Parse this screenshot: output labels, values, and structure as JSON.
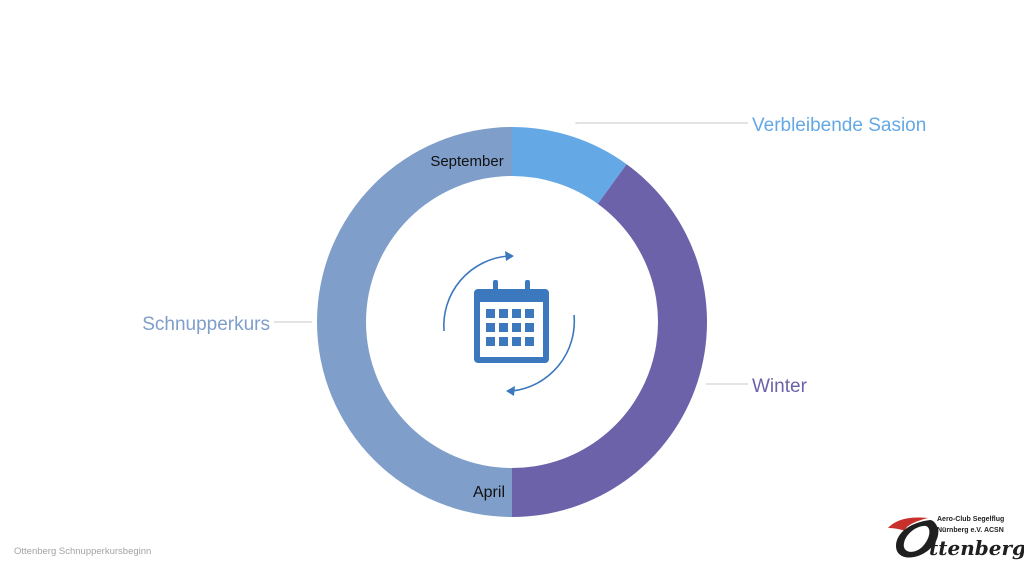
{
  "diagram": {
    "segments": [
      {
        "label": "Verbleibende Sasion",
        "fraction": 0.1,
        "color": "#64a8e6"
      },
      {
        "label": "Winter",
        "fraction": 0.4,
        "color": "#6b62aa"
      },
      {
        "label": "Schnupperkurs",
        "fraction": 0.5,
        "color": "#7f9ec9"
      }
    ],
    "markers": {
      "top": "September",
      "bottom": "April"
    },
    "center_icon": "calendar-cycle-icon",
    "center_icon_color": "#3b78bd",
    "leader_line_color": "#c9c9c9"
  },
  "footer": {
    "text": "Ottenberg Schnupperkursbeginn"
  },
  "logo": {
    "line1": "Aero-Club Segelflug",
    "line2": "Nürnberg e.V. ACSN",
    "wordmark": "ttenberg",
    "swoosh_color": "#c8302c"
  }
}
